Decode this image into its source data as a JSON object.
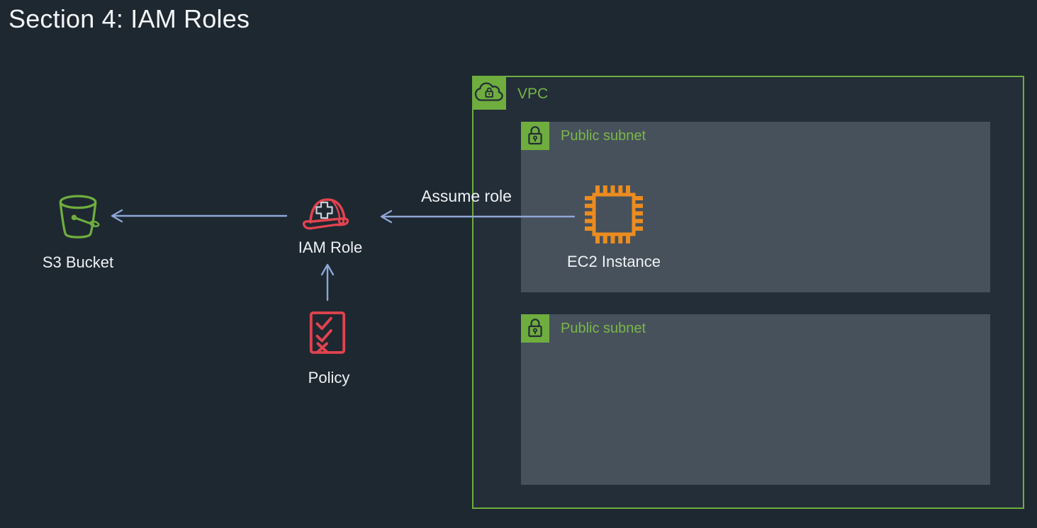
{
  "title": "Section 4: IAM Roles",
  "diagram": {
    "vpc": {
      "label": "VPC",
      "icon": "vpc-cloud-lock-icon"
    },
    "subnets": [
      {
        "label": "Public subnet",
        "icon": "lock-icon"
      },
      {
        "label": "Public subnet",
        "icon": "lock-icon"
      }
    ],
    "nodes": {
      "ec2": {
        "label": "EC2 Instance",
        "icon": "ec2-chip-icon"
      },
      "iam_role": {
        "label": "IAM Role",
        "icon": "hard-hat-icon"
      },
      "s3": {
        "label": "S3 Bucket",
        "icon": "s3-bucket-icon"
      },
      "policy": {
        "label": "Policy",
        "icon": "policy-checklist-icon"
      }
    },
    "edges": [
      {
        "from": "ec2",
        "to": "iam_role",
        "label": "Assume role",
        "direction": "left"
      },
      {
        "from": "iam_role",
        "to": "s3",
        "label": "",
        "direction": "left"
      },
      {
        "from": "policy",
        "to": "iam_role",
        "label": "",
        "direction": "up"
      }
    ]
  },
  "colors": {
    "background": "#1e2831",
    "subnet_fill": "#47515b",
    "green": "#6fad3e",
    "green_text": "#76b447",
    "orange": "#ec8c1e",
    "red": "#e2434f",
    "arrow": "#8fa6d6",
    "text": "#eef2f5",
    "icon_glyph_dark": "#232e38"
  }
}
